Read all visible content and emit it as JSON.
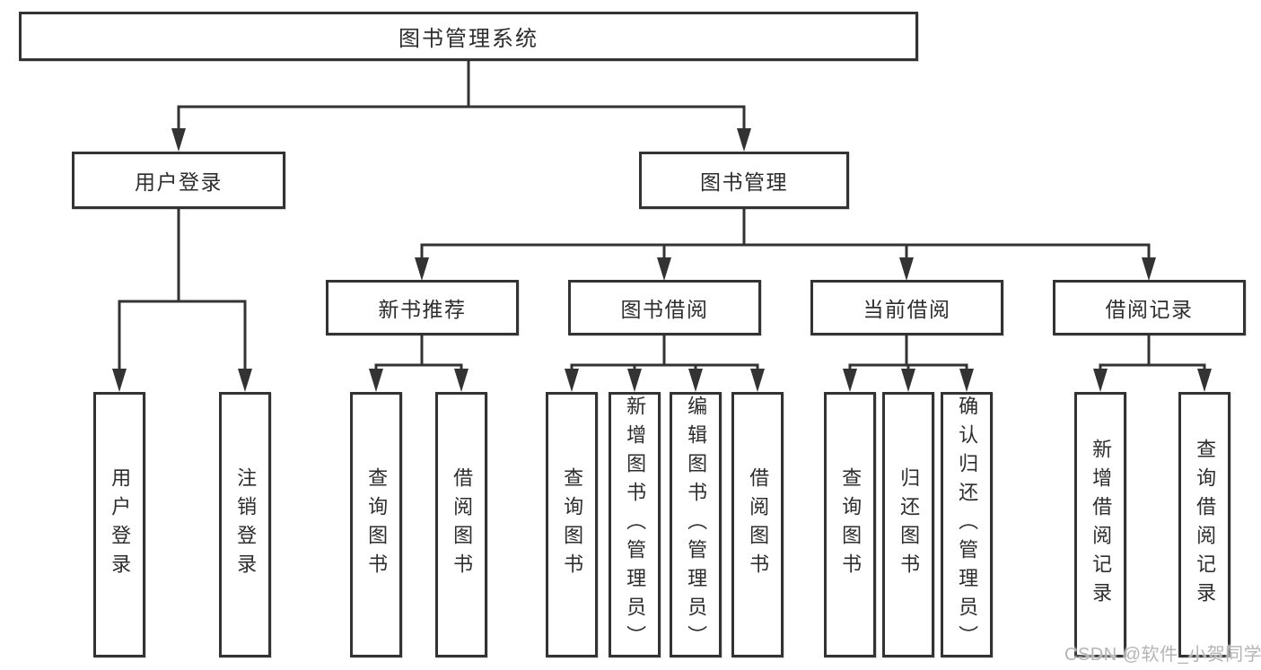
{
  "diagram": {
    "root": {
      "label": "图书管理系统"
    },
    "level2": {
      "user_login_group": {
        "label": "用户登录"
      },
      "book_management": {
        "label": "图书管理"
      }
    },
    "level3": {
      "new_book_recommend": {
        "label": "新书推荐"
      },
      "book_borrowing": {
        "label": "图书借阅"
      },
      "current_borrowing": {
        "label": "当前借阅"
      },
      "borrowing_records": {
        "label": "借阅记录"
      }
    },
    "leaves": {
      "user_login": {
        "label": "用户登录"
      },
      "logout": {
        "label": "注销登录"
      },
      "nb_query_books": {
        "label": "查询图书"
      },
      "nb_borrow_books": {
        "label": "借阅图书"
      },
      "bb_query_books": {
        "label": "查询图书"
      },
      "bb_add_books_admin": {
        "label": "新增图书（管理员）"
      },
      "bb_edit_books_admin": {
        "label": "编辑图书（管理员）"
      },
      "bb_borrow_books": {
        "label": "借阅图书"
      },
      "cb_query_books": {
        "label": "查询图书"
      },
      "cb_return_books": {
        "label": "归还图书"
      },
      "cb_confirm_return_admin": {
        "label": "确认归还（管理员）"
      },
      "br_add_record": {
        "label": "新增借阅记录"
      },
      "br_query_record": {
        "label": "查询借阅记录"
      }
    }
  },
  "watermark": {
    "text": "CSDN @软件_小贺同学"
  },
  "colors": {
    "line": "#333333",
    "text": "#2d2d2d",
    "watermark": "#b5b5b5",
    "background": "#ffffff"
  }
}
